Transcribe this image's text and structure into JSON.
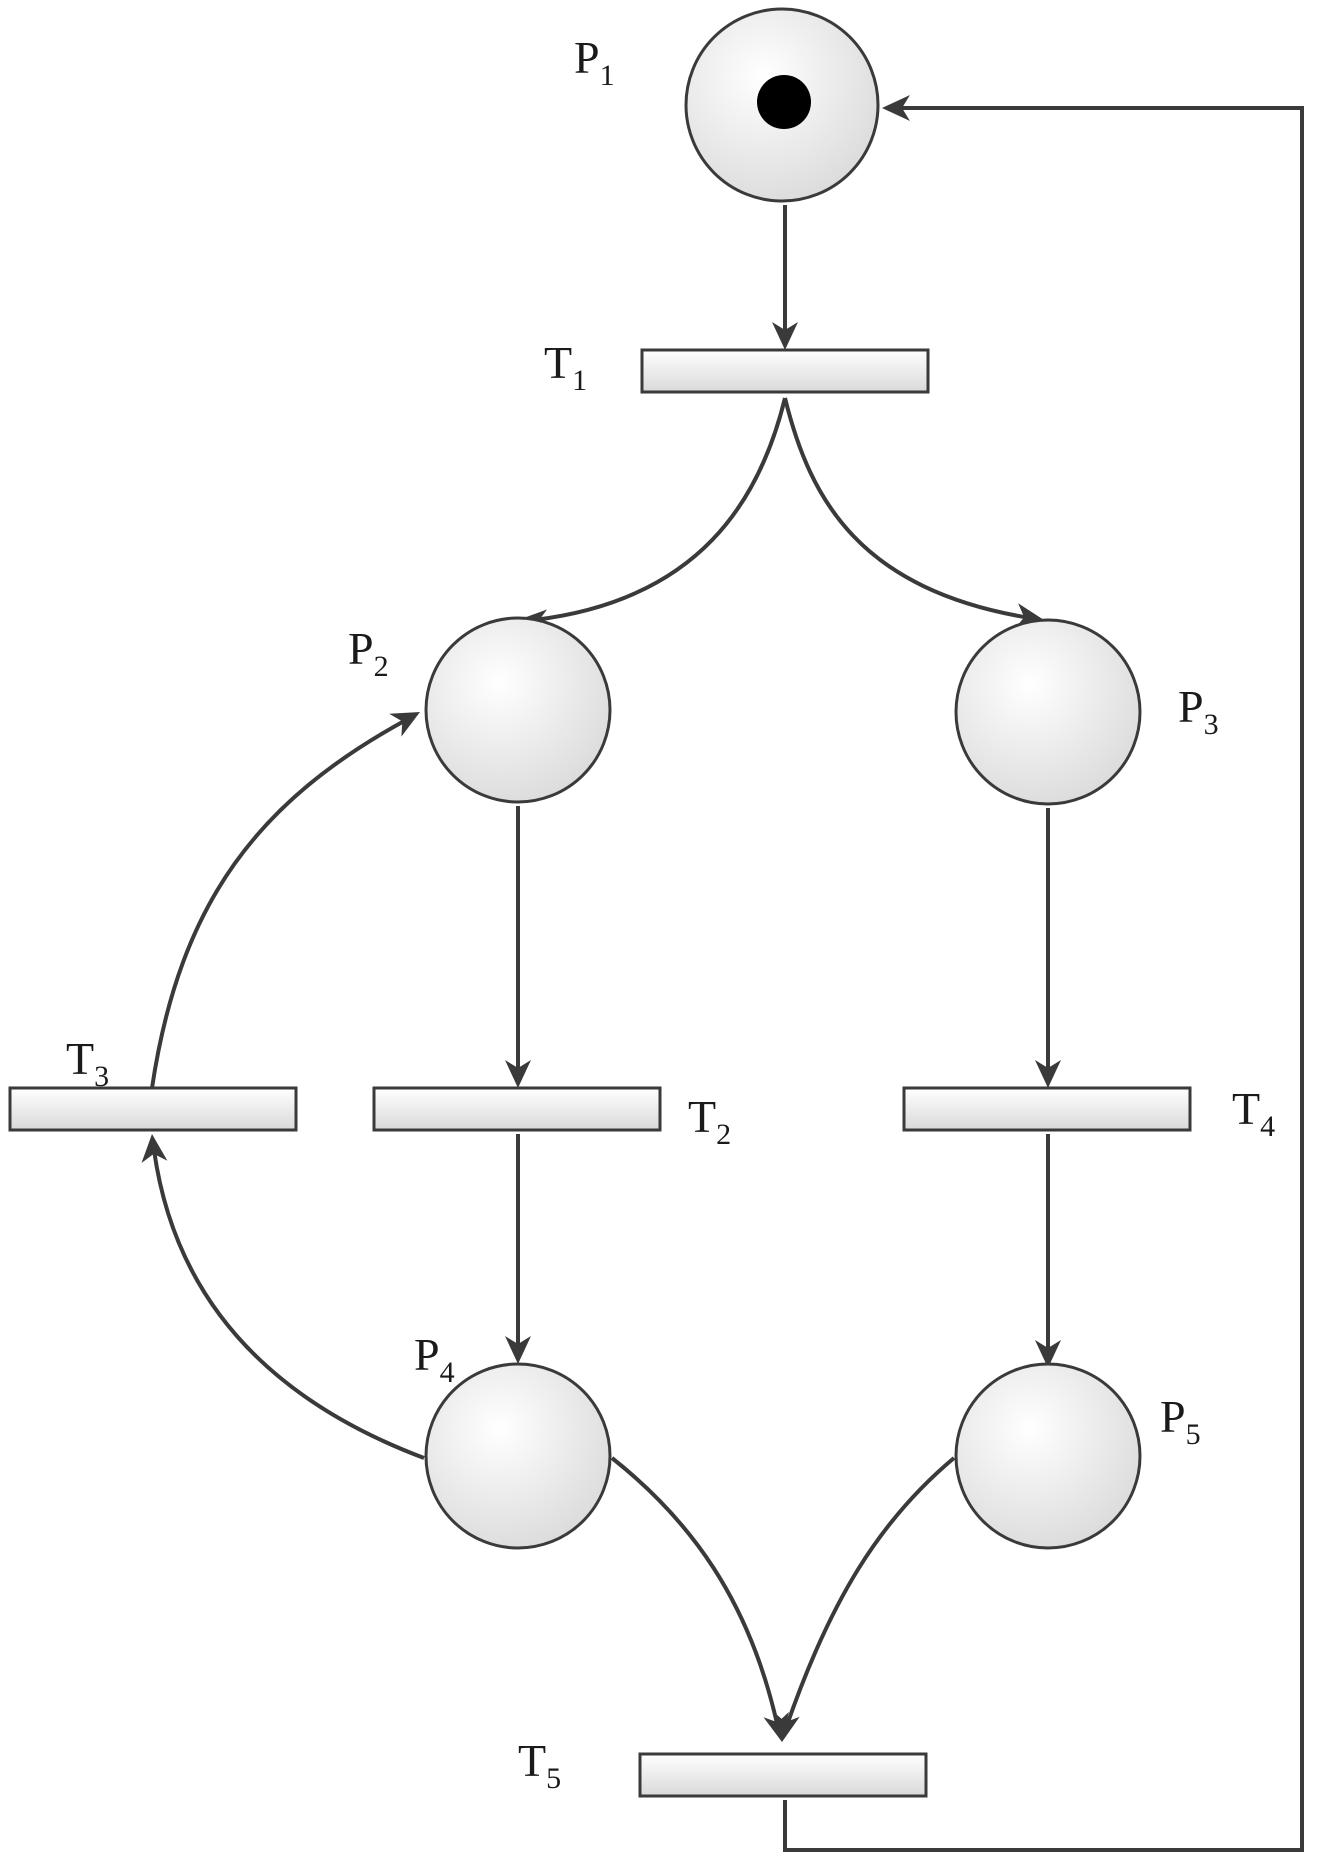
{
  "places": [
    {
      "id": "P1",
      "letter": "P",
      "sub": "1",
      "tokens": 1
    },
    {
      "id": "P2",
      "letter": "P",
      "sub": "2",
      "tokens": 0
    },
    {
      "id": "P3",
      "letter": "P",
      "sub": "3",
      "tokens": 0
    },
    {
      "id": "P4",
      "letter": "P",
      "sub": "4",
      "tokens": 0
    },
    {
      "id": "P5",
      "letter": "P",
      "sub": "5",
      "tokens": 0
    }
  ],
  "transitions": [
    {
      "id": "T1",
      "letter": "T",
      "sub": "1"
    },
    {
      "id": "T2",
      "letter": "T",
      "sub": "2"
    },
    {
      "id": "T3",
      "letter": "T",
      "sub": "3"
    },
    {
      "id": "T4",
      "letter": "T",
      "sub": "4"
    },
    {
      "id": "T5",
      "letter": "T",
      "sub": "5"
    }
  ],
  "arcs": [
    {
      "from": "P1",
      "to": "T1"
    },
    {
      "from": "T1",
      "to": "P2"
    },
    {
      "from": "T1",
      "to": "P3"
    },
    {
      "from": "P2",
      "to": "T2"
    },
    {
      "from": "P3",
      "to": "T4"
    },
    {
      "from": "T2",
      "to": "P4"
    },
    {
      "from": "T4",
      "to": "P5"
    },
    {
      "from": "P4",
      "to": "T3"
    },
    {
      "from": "T3",
      "to": "P2"
    },
    {
      "from": "P4",
      "to": "T5"
    },
    {
      "from": "P5",
      "to": "T5"
    },
    {
      "from": "T5",
      "to": "P1"
    }
  ],
  "colors": {
    "stroke": "#3a3a3a",
    "fill_light": "#ffffff",
    "fill_dark": "#dcdcdc",
    "token": "#000000"
  }
}
